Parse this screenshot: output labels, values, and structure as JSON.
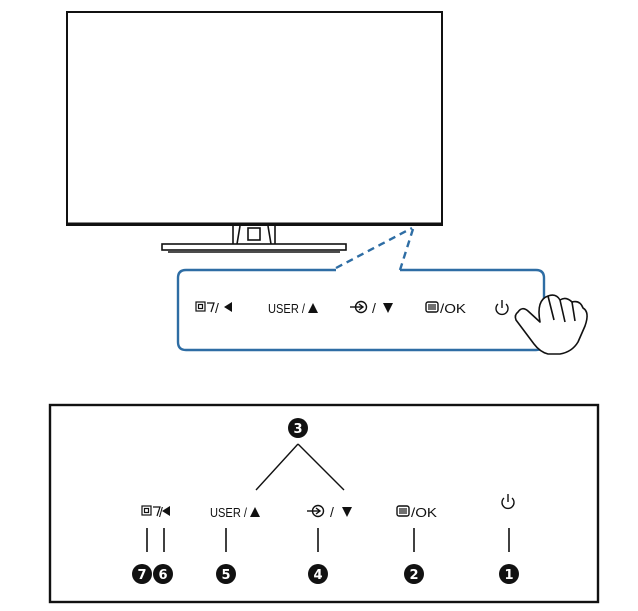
{
  "top_panel": {
    "buttons": [
      {
        "id": "smartimage",
        "icon": "smartimage-icon",
        "text": "/"
      },
      {
        "id": "user",
        "text": "USER /"
      },
      {
        "id": "input",
        "icon": "input-icon",
        "text": "/"
      },
      {
        "id": "menu",
        "icon": "menu-icon",
        "text": "/OK"
      },
      {
        "id": "power",
        "icon": "power-icon"
      }
    ],
    "accent_color": "#2e6da4"
  },
  "bottom_panel": {
    "buttons": [
      {
        "id": "smartimage",
        "icon": "smartimage-icon",
        "text": "/"
      },
      {
        "id": "user",
        "text": "USER /"
      },
      {
        "id": "input",
        "icon": "input-icon",
        "text": "/"
      },
      {
        "id": "menu",
        "icon": "menu-icon",
        "text": "/OK"
      },
      {
        "id": "power",
        "icon": "power-icon"
      }
    ],
    "callouts": [
      "1",
      "2",
      "3",
      "4",
      "5",
      "6",
      "7"
    ]
  }
}
